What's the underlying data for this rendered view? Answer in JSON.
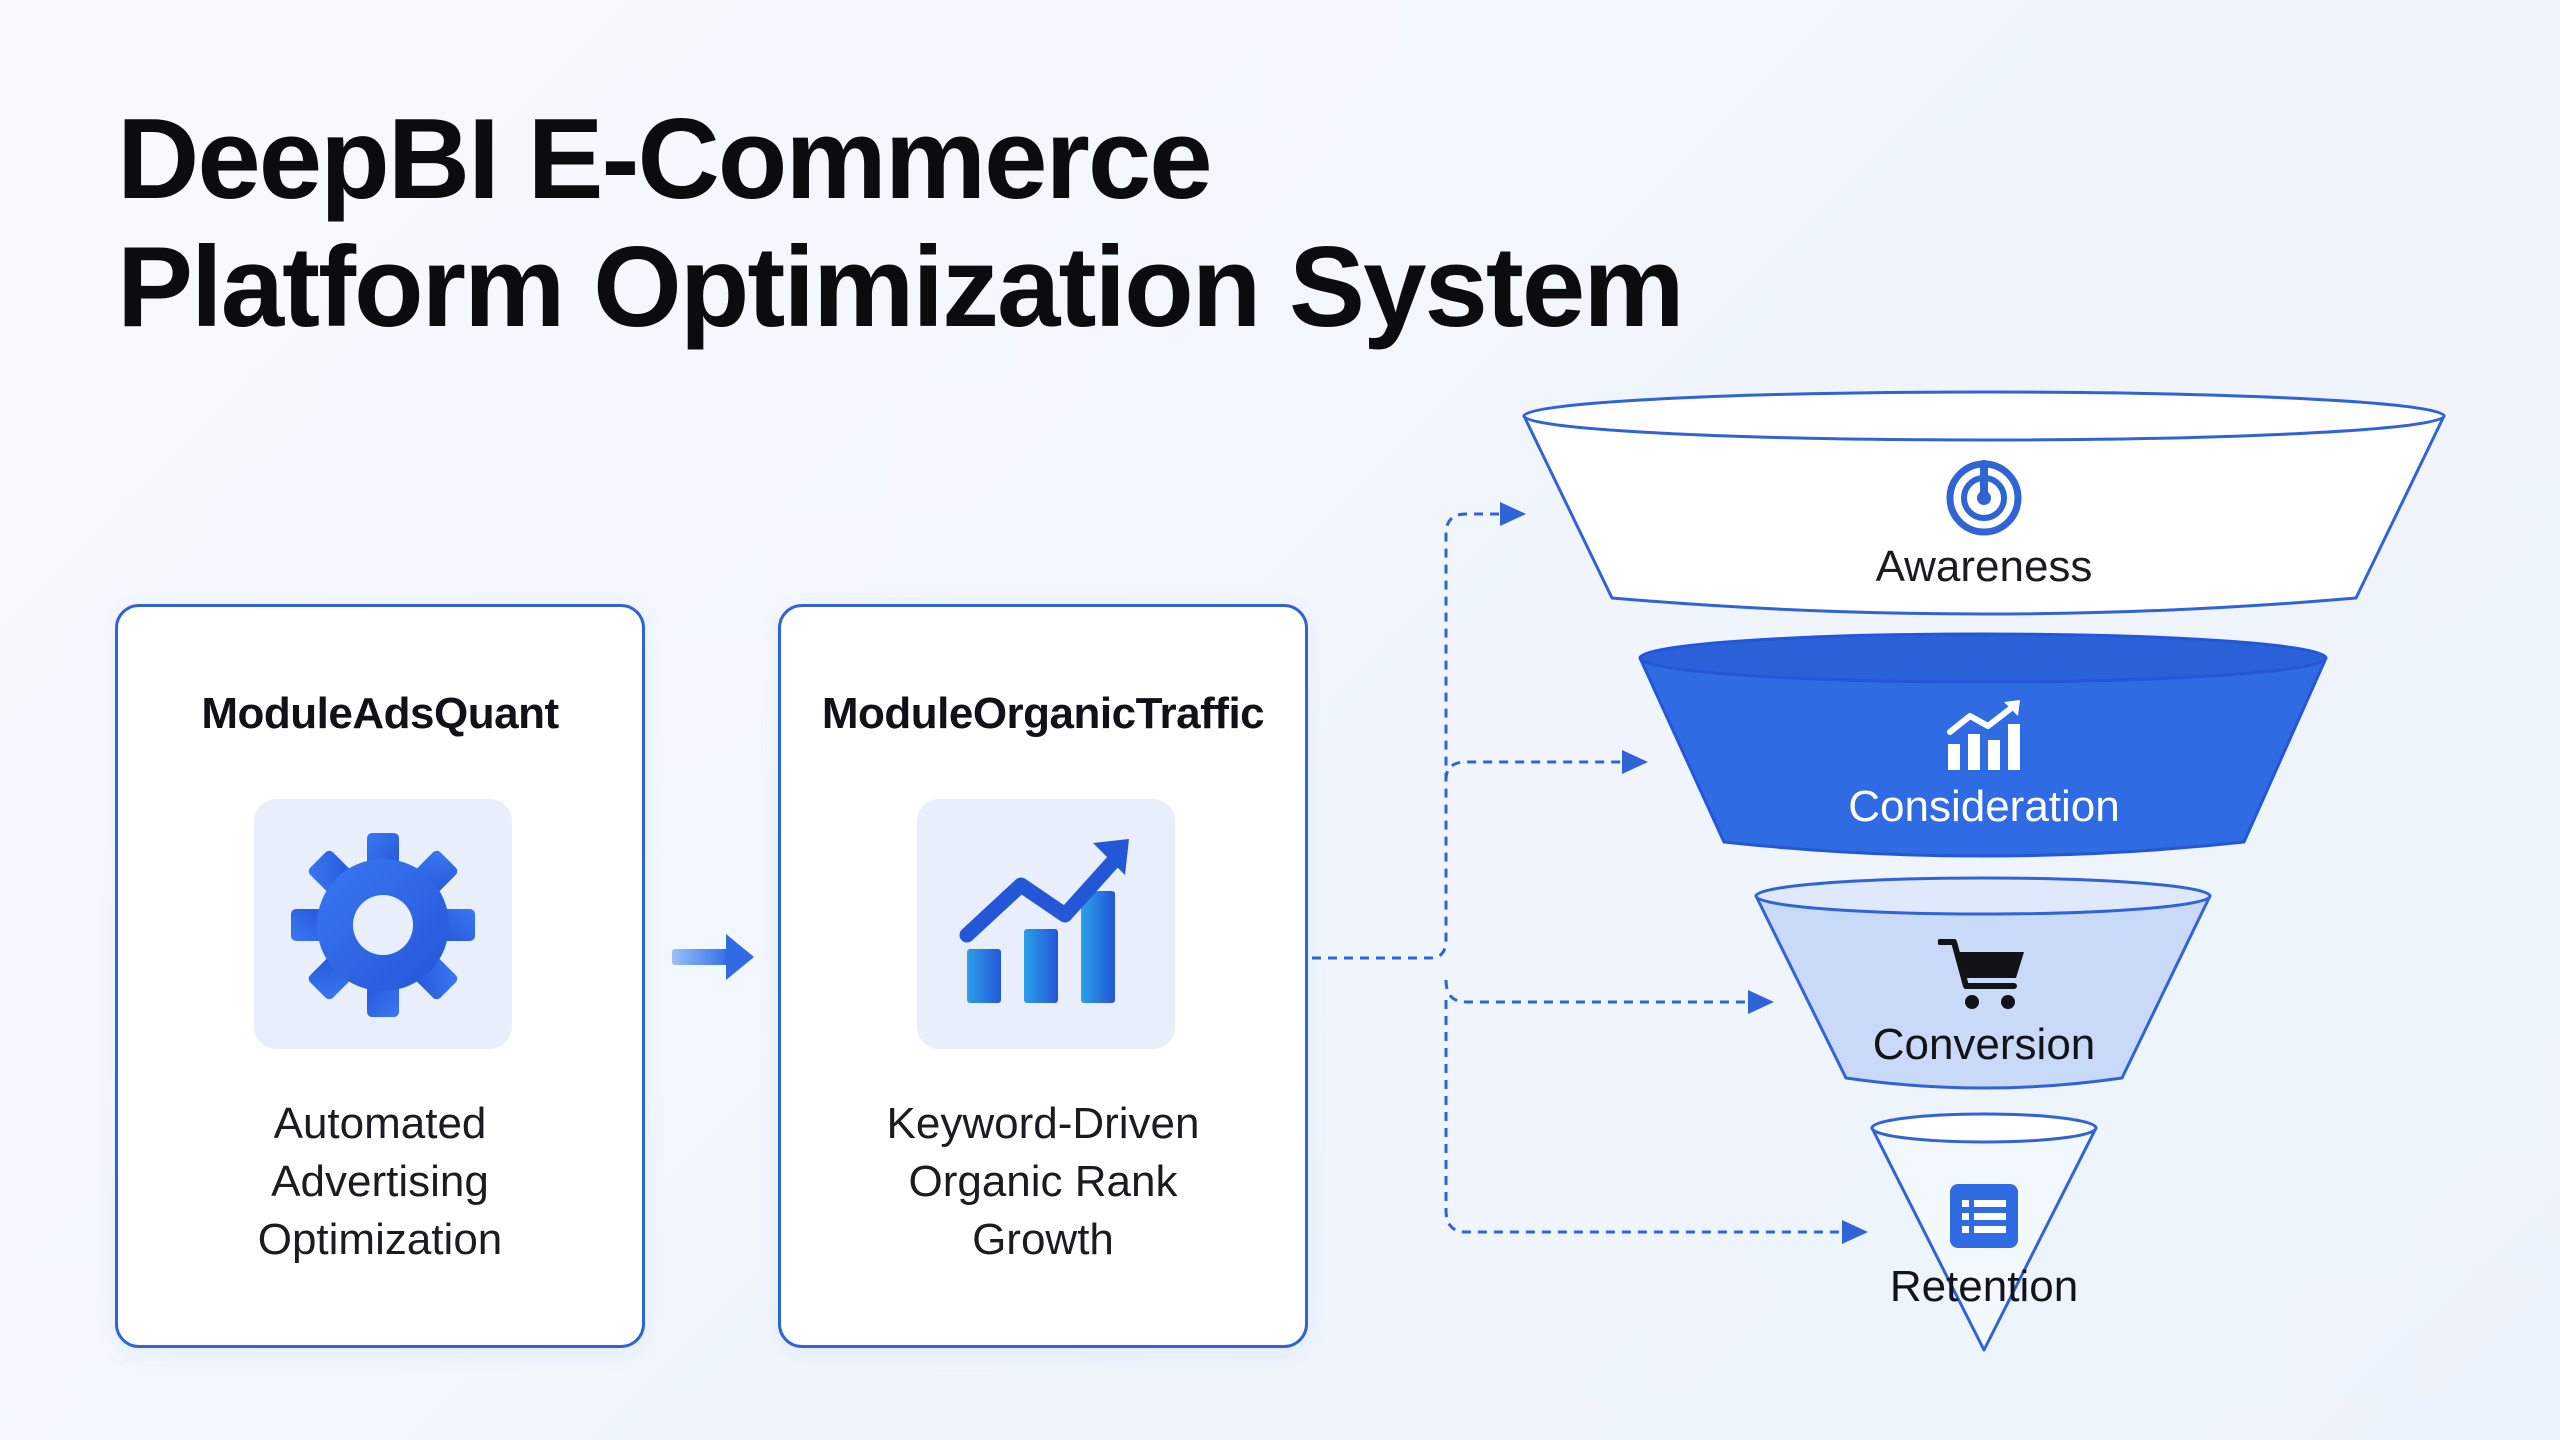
{
  "title": {
    "line1": "DeepBI E-Commerce",
    "line2": "Platform Optimization System"
  },
  "modules": [
    {
      "name": "ModuleAdsQuant",
      "icon": "gear-icon",
      "description": [
        "Automated",
        "Advertising",
        "Optimization"
      ]
    },
    {
      "name": "ModuleOrganicTraffic",
      "icon": "bar-chart-trend-icon",
      "description": [
        "Keyword-Driven",
        "Organic Rank",
        "Growth"
      ]
    }
  ],
  "funnel": {
    "stages": [
      {
        "label": "Awareness",
        "icon": "target-icon",
        "fill": "#ffffff",
        "text_color": "#1a1c22"
      },
      {
        "label": "Consideration",
        "icon": "bar-chart-icon",
        "fill": "#2f6be3",
        "text_color": "#ffffff"
      },
      {
        "label": "Conversion",
        "icon": "shopping-cart-icon",
        "fill": "#c9daf8",
        "text_color": "#12141a"
      },
      {
        "label": "Retention",
        "icon": "list-document-icon",
        "fill": "#f1f5fd",
        "text_color": "#12141a"
      }
    ]
  },
  "colors": {
    "accent": "#2f63d6",
    "accent_bright": "#2f6be3",
    "icon_tile": "#e8effb"
  }
}
